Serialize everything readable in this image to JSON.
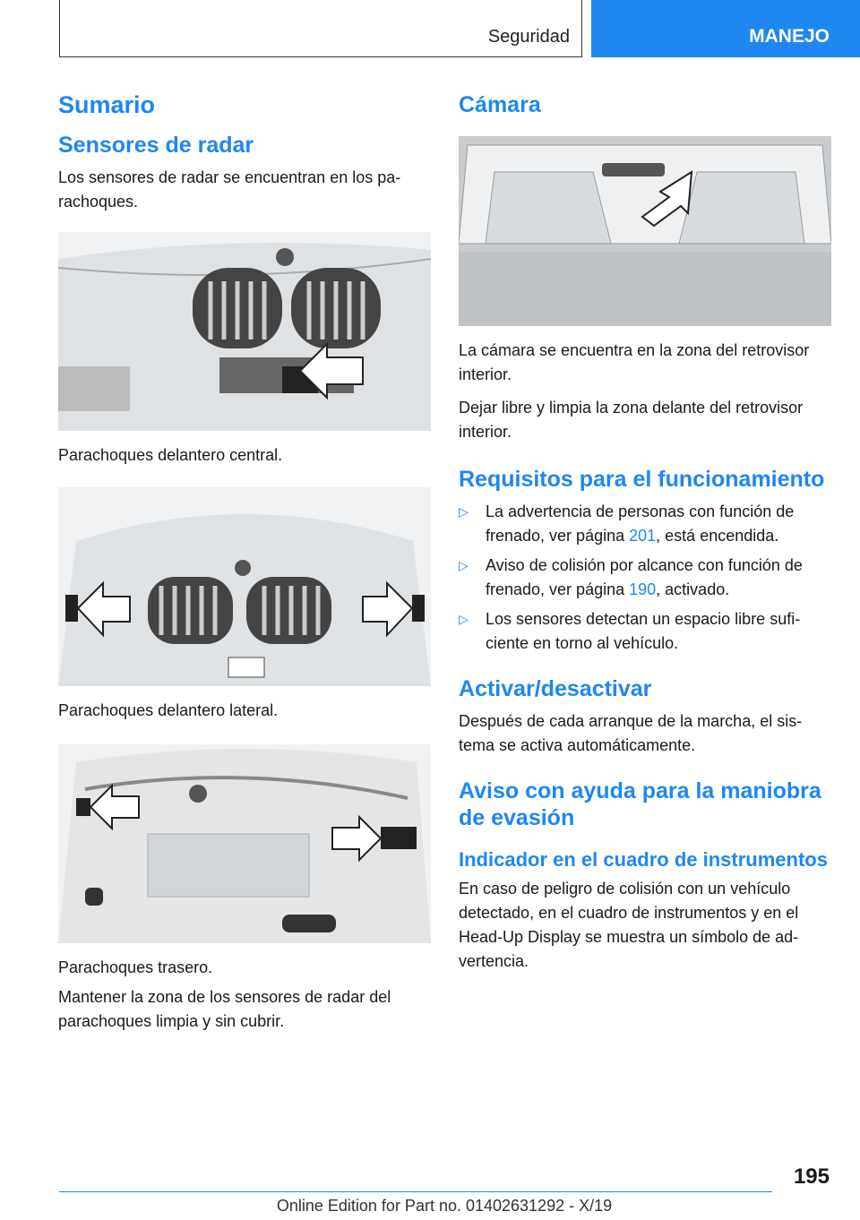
{
  "header": {
    "section": "Seguridad",
    "chapter": "MANEJO"
  },
  "left": {
    "title": "Sumario",
    "radar_heading": "Sensores de radar",
    "radar_text": "Los sensores de radar se encuentran en los pa-rachoques.",
    "caption1": "Parachoques delantero central.",
    "caption2": "Parachoques delantero lateral.",
    "caption3": "Parachoques trasero.",
    "keep_clean": "Mantener la zona de los sensores de radar del parachoques limpia y sin cubrir."
  },
  "right": {
    "camera_heading": "Cámara",
    "camera_text1": "La cámara se encuentra en la zona del retrovisor interior.",
    "camera_text2": "Dejar libre y limpia la zona delante del retrovisor interior.",
    "req_heading": "Requisitos para el funcionamiento",
    "req_items": [
      {
        "before": "La advertencia de personas con función de frenado, ver página ",
        "link": "201",
        "after": ", está encendida."
      },
      {
        "before": "Aviso de colisión por alcance con función de frenado, ver página ",
        "link": "190",
        "after": ", activado."
      },
      {
        "before": "Los sensores detectan un espacio libre sufi-ciente en torno al vehículo.",
        "link": "",
        "after": ""
      }
    ],
    "activate_heading": "Activar/desactivar",
    "activate_text": "Después de cada arranque de la marcha, el sis-tema se activa automáticamente.",
    "evasion_heading": "Aviso con ayuda para la maniobra de evasión",
    "indicator_heading": "Indicador en el cuadro de instrumentos",
    "indicator_text": "En caso de peligro de colisión con un vehículo detectado, en el cuadro de instrumentos y en el Head-Up Display se muestra un símbolo de ad-vertencia."
  },
  "footer": {
    "page": "195",
    "edition": "Online Edition for Part no. 01402631292 - X/19"
  }
}
